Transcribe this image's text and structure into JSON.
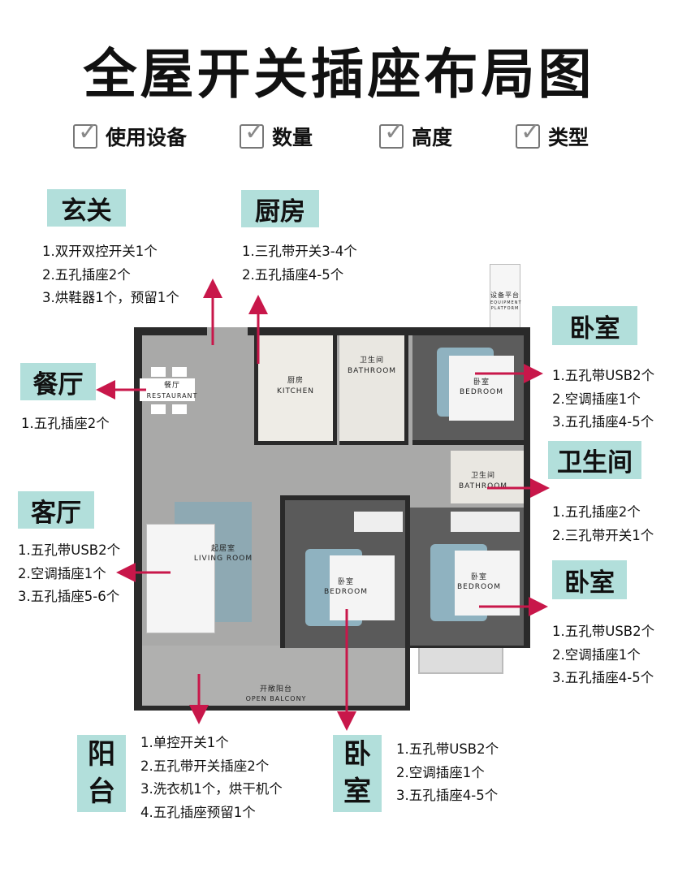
{
  "title": "全屋开关插座布局图",
  "checklist": [
    "使用设备",
    "数量",
    "高度",
    "类型"
  ],
  "rooms": {
    "entry": {
      "label": "玄关",
      "items": [
        "1.双开双控开关1个",
        "2.五孔插座2个",
        "3.烘鞋器1个，预留1个"
      ]
    },
    "kitchen": {
      "label": "厨房",
      "items": [
        "1.三孔带开关3-4个",
        "2.五孔插座4-5个"
      ]
    },
    "dining": {
      "label": "餐厅",
      "items": [
        "1.五孔插座2个"
      ]
    },
    "living": {
      "label": "客厅",
      "items": [
        "1.五孔带USB2个",
        "2.空调插座1个",
        "3.五孔插座5-6个"
      ]
    },
    "bedroom_top": {
      "label": "卧室",
      "items": [
        "1.五孔带USB2个",
        "2.空调插座1个",
        "3.五孔插座4-5个"
      ]
    },
    "bathroom": {
      "label": "卫生间",
      "items": [
        "1.五孔插座2个",
        "2.三孔带开关1个"
      ]
    },
    "bedroom_right": {
      "label": "卧室",
      "items": [
        "1.五孔带USB2个",
        "2.空调插座1个",
        "3.五孔插座4-5个"
      ]
    },
    "balcony": {
      "label": [
        "阳",
        "台"
      ],
      "items": [
        "1.单控开关1个",
        "2.五孔带开关插座2个",
        "3.洗衣机1个，烘干机个",
        "4.五孔插座预留1个"
      ]
    },
    "bedroom_bottom": {
      "label": [
        "卧",
        "室"
      ],
      "items": [
        "1.五孔带USB2个",
        "2.空调插座1个",
        "3.五孔插座4-5个"
      ]
    }
  },
  "plan": {
    "equipment": [
      "设备平台",
      "EQUIPMENT PLATFORM"
    ],
    "restaurant": [
      "餐厅",
      "RESTAURANT"
    ],
    "kitchen": [
      "厨房",
      "KITCHEN"
    ],
    "bath1": [
      "卫生间",
      "BATHROOM"
    ],
    "bed1": [
      "卧室",
      "BEDROOM"
    ],
    "bath2": [
      "卫生间",
      "BATHROOM"
    ],
    "living": [
      "起居室",
      "LIVING ROOM"
    ],
    "bed2": [
      "卧室",
      "BEDROOM"
    ],
    "bed3": [
      "卧室",
      "BEDROOM"
    ],
    "balcony": [
      "开敞阳台",
      "OPEN BALCONY"
    ]
  },
  "colors": {
    "accent": "#c8174a",
    "label_bg": "#b2dfdb",
    "wall": "#2a2a2a"
  }
}
